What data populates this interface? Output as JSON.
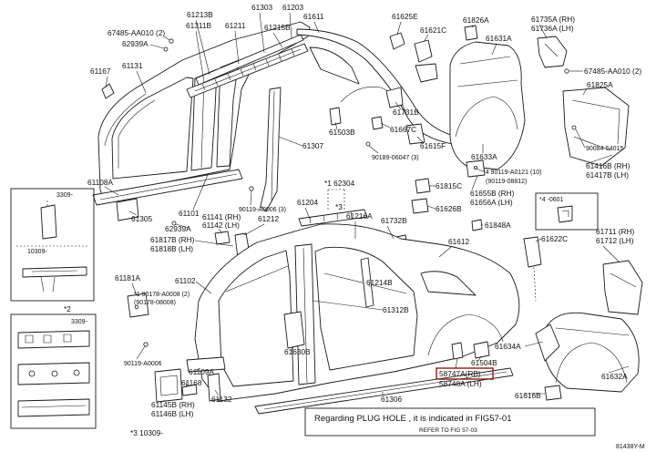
{
  "figure": {
    "id": "81438Y-M"
  },
  "labels": {
    "p61213B": "61213B",
    "p61303": "61303",
    "p61203": "61203",
    "p61611": "61611",
    "p61625E": "61625E",
    "p61826A": "61826A",
    "p61735A": "61735A (RH)",
    "p61736A": "61736A (LH)",
    "p67485a": "67485-AA010 (2)",
    "p62939Aa": "62939A",
    "p61311B": "61311B",
    "p61211": "61211",
    "p61215B": "61215B",
    "p61621C": "61621C",
    "p61631A": "61631A",
    "p61167": "61167",
    "p61131": "61131",
    "p67485b": "67485-AA010 (2)",
    "p61825A": "61825A",
    "p61731B": "61731B",
    "p61667C": "61667C",
    "p61503B": "61503B",
    "p61307": "61307",
    "p90189": "90189-06047 (3)",
    "p61615F": "61615F",
    "p61633A": "61633A",
    "p90084": "90084-54015",
    "p61416B": "61416B (RH)",
    "p61417B": "61417B (LH)",
    "p90119a": "*4 90119-A0121 (10)",
    "p90119b": "(90119-08812)",
    "p61108A": "61108A",
    "p61815C": "61815C",
    "p61655B": "61655B (RH)",
    "p61656A": "61656A (LH)",
    "p62304": "*1 62304",
    "p90119c": "90119-A0006 (3)",
    "p61204": "61204",
    "pStar3": "*3",
    "p61216A": "61216A",
    "p61305": "61305",
    "p61101": "61101",
    "p61141": "61141 (RH)",
    "p61142": "61142 (LH)",
    "p61212": "61212",
    "p61626B": "61626B",
    "p61732B": "61732B",
    "p61848A": "61848A",
    "p62939Ab": "62939A",
    "p61817B": "61817B (RH)",
    "p61818B": "61818B (LH)",
    "p61612": "61612",
    "p61622C": "61622C",
    "p61711": "61711 (RH)",
    "p61712": "61712 (LH)",
    "p61181A": "61181A",
    "p61102": "61102",
    "p61214B": "61214B",
    "p90178a": "*1 90178-A0008 (2)",
    "p90178b": "(90178-08008)",
    "p61312B": "61312B",
    "p61630B": "61630B",
    "p61634A": "61634A",
    "p90119d": "90119-A0006",
    "p61109A": "61109A",
    "p61504B": "61504B",
    "p58747A": "58747A(RB)",
    "p58748A": "58748A (LH)",
    "p61168": "61168",
    "p61632A": "61632A",
    "p61132": "61132",
    "p61616B": "61616B",
    "p61306": "61306",
    "p61145B": "61145B (RH)",
    "p61146B": "61146B (LH)",
    "p10309": "*3 10309-"
  },
  "insets": {
    "box1_top": "3309-",
    "box1_mid": "10309-",
    "box2_star": "*2",
    "box2_top": "3309-",
    "small_box": "*4 -0601"
  },
  "note": {
    "line1": "Regarding PLUG HOLE , it is indicated in FIG57-01",
    "line2": "REFER TO FIG 57-03"
  },
  "colors": {
    "line": "#1a1a1a",
    "highlight": "#8b1a1a",
    "background": "#ffffff"
  }
}
